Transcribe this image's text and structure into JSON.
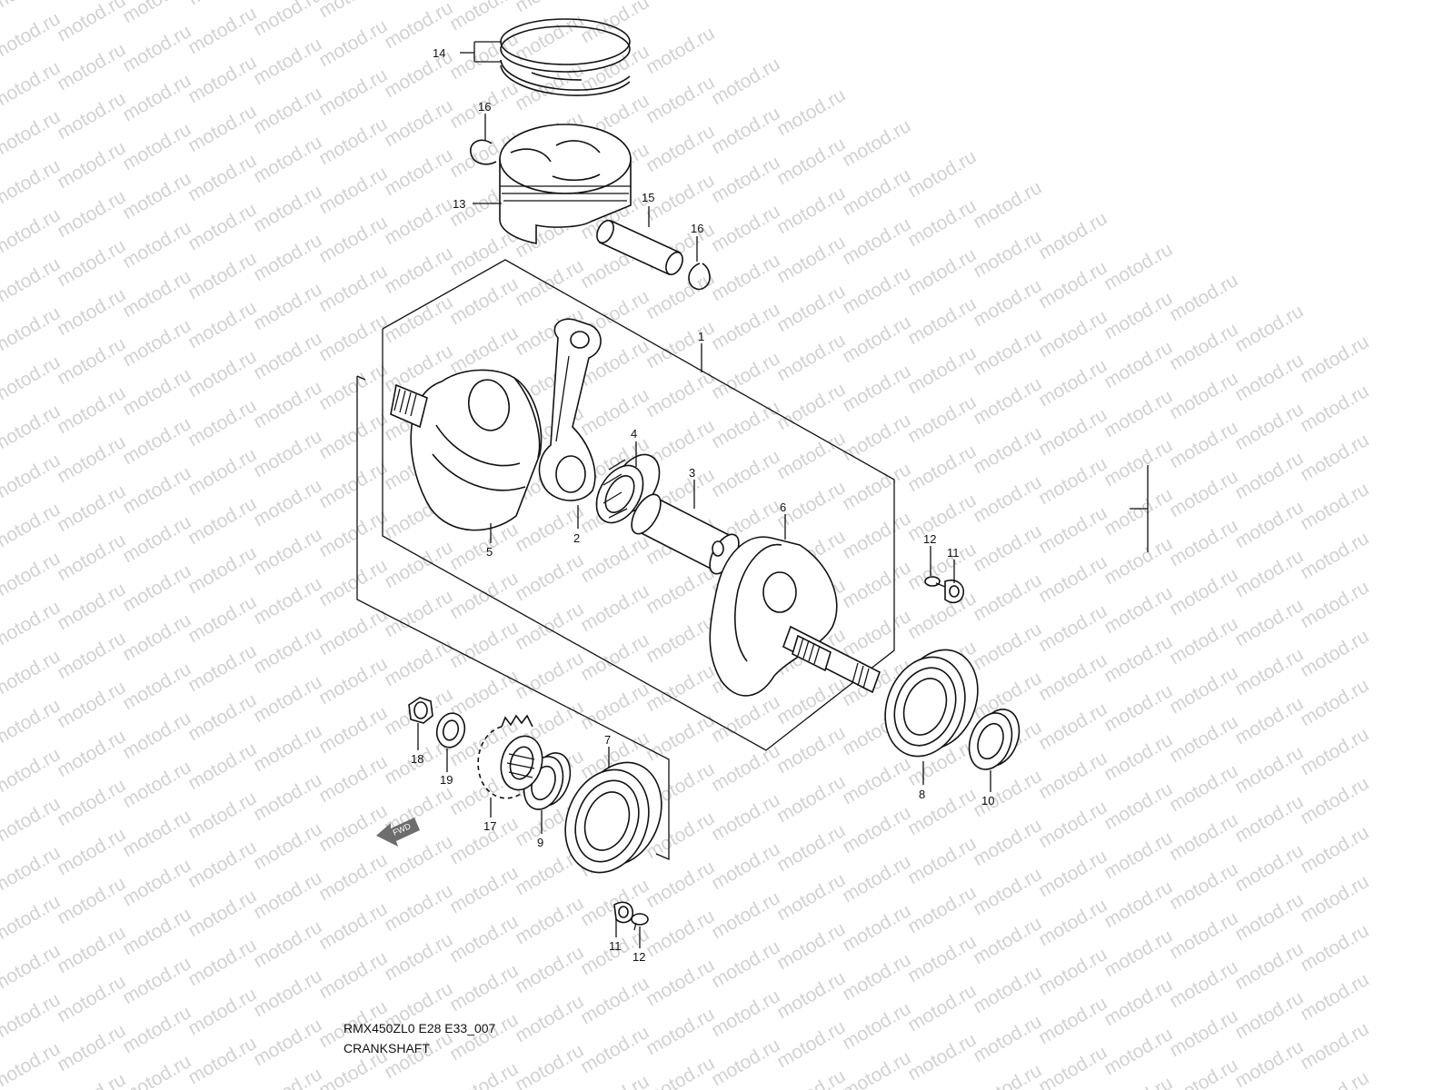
{
  "watermark": "motod.ru",
  "labels": {
    "p1": "1",
    "p2": "2",
    "p3": "3",
    "p4": "4",
    "p5": "5",
    "p6": "6",
    "p7": "7",
    "p8": "8",
    "p9": "9",
    "p10": "10",
    "p11a": "11",
    "p11b": "11",
    "p12a": "12",
    "p12b": "12",
    "p13": "13",
    "p14": "14",
    "p15": "15",
    "p16a": "16",
    "p16b": "16",
    "p17": "17",
    "p18": "18",
    "p19": "19"
  },
  "fwd_label": "FWD",
  "footer": {
    "code": "RMX450ZL0 E28 E33_007",
    "title": "CRANKSHAFT"
  },
  "colors": {
    "line": "#111111",
    "watermark": "#d2d2d2",
    "background": "#ffffff"
  }
}
